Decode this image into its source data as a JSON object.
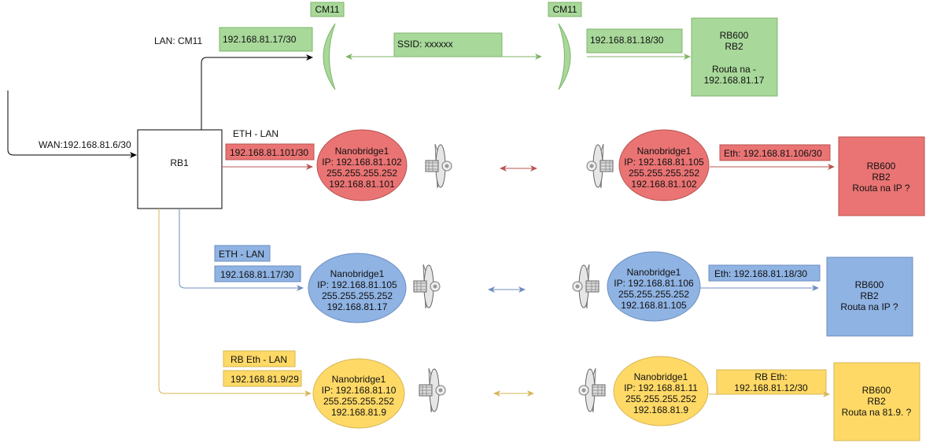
{
  "colors": {
    "green_fill": "#a8d89a",
    "green_stroke": "#7fb56b",
    "green_arrow": "#82b366",
    "red_fill": "#ea7474",
    "red_stroke": "#b85450",
    "blue_fill": "#8fb3e3",
    "blue_stroke": "#6c8ebf",
    "yellow_fill": "#ffd966",
    "yellow_stroke": "#d6b656",
    "black": "#000000"
  },
  "wan_label": "WAN:192.168.81.6/30",
  "rb1_label": "RB1",
  "green_link": {
    "lan_label": "LAN: CM11",
    "cm_left": "CM11",
    "cm_right": "CM11",
    "ip_left": "192.168.81.17/30",
    "ssid": "SSID: xxxxxx",
    "ip_right": "192.168.81.18/30",
    "rb600": [
      "RB600",
      "RB2",
      "",
      "Routa na -",
      "192.168.81.17"
    ]
  },
  "red_link": {
    "eth_label": "ETH - LAN",
    "ip_tag": "192.168.81.101/30",
    "nb_left": [
      "Nanobridge1",
      "IP: 192.168.81.102",
      "255.255.255.252",
      "192.168.81.101"
    ],
    "nb_right": [
      "Nanobridge1",
      "IP: 192.168.81.105",
      "255.255.255.252",
      "192.168.81.102"
    ],
    "eth_right": "Eth: 192.168.81.106/30",
    "rb600": [
      "RB600",
      "RB2",
      "Routa na IP ?"
    ]
  },
  "blue_link": {
    "eth_label": "ETH - LAN",
    "ip_tag": "192.168.81.17/30",
    "nb_left": [
      "Nanobridge1",
      "IP: 192.168.81.105",
      "255.255.255.252",
      "192.168.81.17"
    ],
    "nb_right": [
      "Nanobridge1",
      "IP: 192.168.81.106",
      "255.255.255.252",
      "192.168.81.105"
    ],
    "eth_right": "Eth: 192.168.81.18/30",
    "rb600": [
      "RB600",
      "RB2",
      "Routa na IP ?"
    ]
  },
  "yellow_link": {
    "eth_label": "RB Eth - LAN",
    "ip_tag": "192.168.81.9/29",
    "nb_left": [
      "Nanobridge1",
      "IP: 192.168.81.10",
      "255.255.255.252",
      "192.168.81.9"
    ],
    "nb_right": [
      "Nanobridge1",
      "IP: 192.168.81.11",
      "255.255.255.252",
      "192.168.81.9"
    ],
    "eth_right": [
      "RB Eth:",
      "192.168.81.12/30"
    ],
    "rb600": [
      "RB600",
      "RB2",
      "Routa na 81.9. ?"
    ]
  },
  "antenna_icon": "dish-antenna-icon",
  "parabolic_icon": "parabolic-reflector-icon"
}
